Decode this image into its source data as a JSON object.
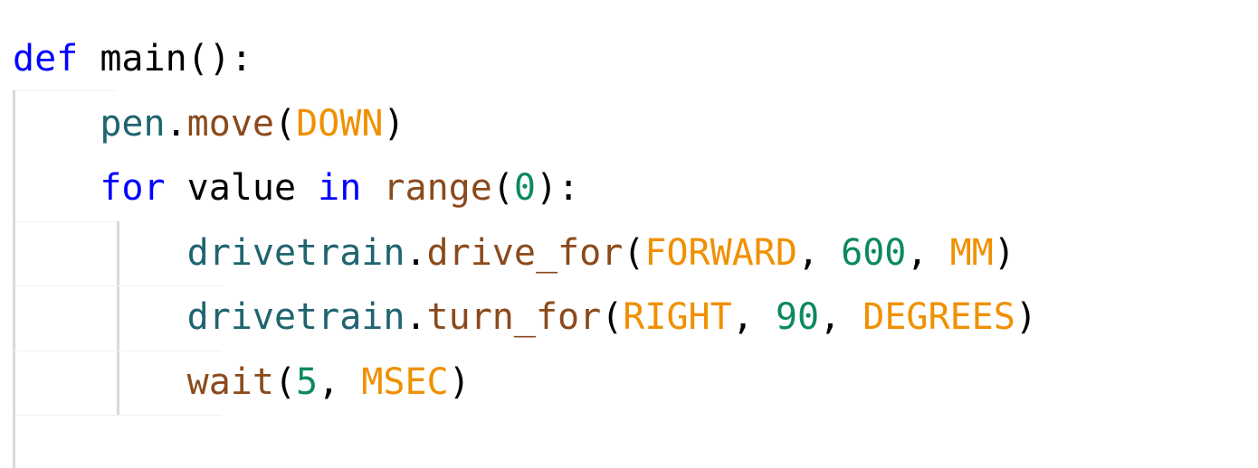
{
  "editor": {
    "language": "python",
    "colors": {
      "keyword": "#0000ff",
      "object": "#1f6470",
      "function": "#8b4a1c",
      "constant": "#f09000",
      "number": "#0b8a5c",
      "plain": "#000000",
      "indent_guide": "#d9d9d9"
    },
    "lines": [
      {
        "indent": 0,
        "tokens": [
          {
            "t": "def",
            "c": "kw"
          },
          {
            "t": " main():",
            "c": "plain"
          }
        ]
      },
      {
        "indent": 1,
        "tokens": [
          {
            "t": "pen",
            "c": "obj"
          },
          {
            "t": ".",
            "c": "plain"
          },
          {
            "t": "move",
            "c": "fn"
          },
          {
            "t": "(",
            "c": "plain"
          },
          {
            "t": "DOWN",
            "c": "const"
          },
          {
            "t": ")",
            "c": "plain"
          }
        ]
      },
      {
        "indent": 1,
        "tokens": [
          {
            "t": "for",
            "c": "kw"
          },
          {
            "t": " value ",
            "c": "plain"
          },
          {
            "t": "in",
            "c": "kw"
          },
          {
            "t": " ",
            "c": "plain"
          },
          {
            "t": "range",
            "c": "fn"
          },
          {
            "t": "(",
            "c": "plain"
          },
          {
            "t": "0",
            "c": "num"
          },
          {
            "t": "):",
            "c": "plain"
          }
        ]
      },
      {
        "indent": 2,
        "tokens": [
          {
            "t": "drivetrain",
            "c": "obj"
          },
          {
            "t": ".",
            "c": "plain"
          },
          {
            "t": "drive_for",
            "c": "fn"
          },
          {
            "t": "(",
            "c": "plain"
          },
          {
            "t": "FORWARD",
            "c": "const"
          },
          {
            "t": ", ",
            "c": "plain"
          },
          {
            "t": "600",
            "c": "num"
          },
          {
            "t": ", ",
            "c": "plain"
          },
          {
            "t": "MM",
            "c": "const"
          },
          {
            "t": ")",
            "c": "plain"
          }
        ]
      },
      {
        "indent": 2,
        "tokens": [
          {
            "t": "drivetrain",
            "c": "obj"
          },
          {
            "t": ".",
            "c": "plain"
          },
          {
            "t": "turn_for",
            "c": "fn"
          },
          {
            "t": "(",
            "c": "plain"
          },
          {
            "t": "RIGHT",
            "c": "const"
          },
          {
            "t": ", ",
            "c": "plain"
          },
          {
            "t": "90",
            "c": "num"
          },
          {
            "t": ", ",
            "c": "plain"
          },
          {
            "t": "DEGREES",
            "c": "const"
          },
          {
            "t": ")",
            "c": "plain"
          }
        ]
      },
      {
        "indent": 2,
        "tokens": [
          {
            "t": "wait",
            "c": "fn"
          },
          {
            "t": "(",
            "c": "plain"
          },
          {
            "t": "5",
            "c": "num"
          },
          {
            "t": ", ",
            "c": "plain"
          },
          {
            "t": "MSEC",
            "c": "const"
          },
          {
            "t": ")",
            "c": "plain"
          }
        ]
      }
    ]
  }
}
